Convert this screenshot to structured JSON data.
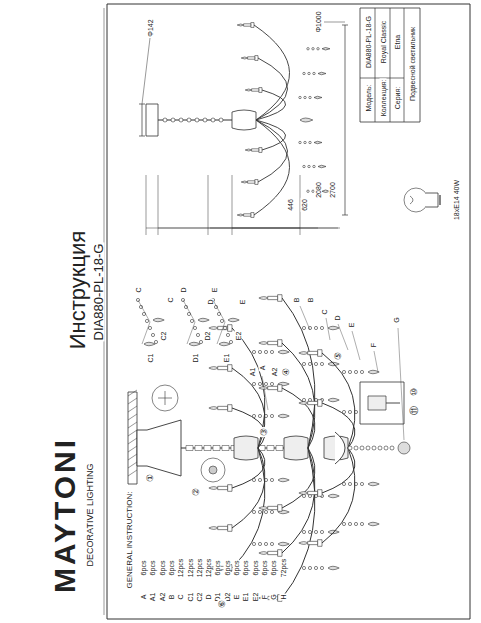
{
  "diagram": {
    "title": "Инструкция",
    "labels": [
      "MAYTONI",
      "DECORATIVE LIGHTING",
      "DIA880-PL-18-G",
      "GENERAL INSTRUCTION:",
      "A",
      "6pcs",
      "A1",
      "6pcs",
      "A2",
      "6pcs",
      "B",
      "6pcs",
      "C",
      "12pcs",
      "C1",
      "12pcs",
      "C2",
      "12pcs",
      "D",
      "12pcs",
      "D1",
      "6pcs",
      "D2",
      "6pcs",
      "E",
      "6pcs",
      "E1",
      "6pcs",
      "E2",
      "6pcs",
      "F",
      "6pcs",
      "G",
      "6pcs",
      "H",
      "72pcs",
      "Модель:",
      "DIA880-PL-18-G",
      "Коллекция:",
      "Royal Classic",
      "Серия:",
      "Etna",
      "Подвесной светильник",
      "18xE14 40W",
      "Φ142",
      "Φ1000",
      "446",
      "620",
      "2080",
      "2700",
      "C",
      "C1",
      "C2",
      "C",
      "D",
      "D1",
      "D2",
      "D",
      "E",
      "E1",
      "E2",
      "E",
      "A1",
      "A",
      "A2",
      "B",
      "B",
      "C",
      "D",
      "E",
      "F",
      "G",
      "①",
      "②",
      "③",
      "④",
      "⑤",
      "⑥",
      "⑩",
      "⑪"
    ]
  }
}
